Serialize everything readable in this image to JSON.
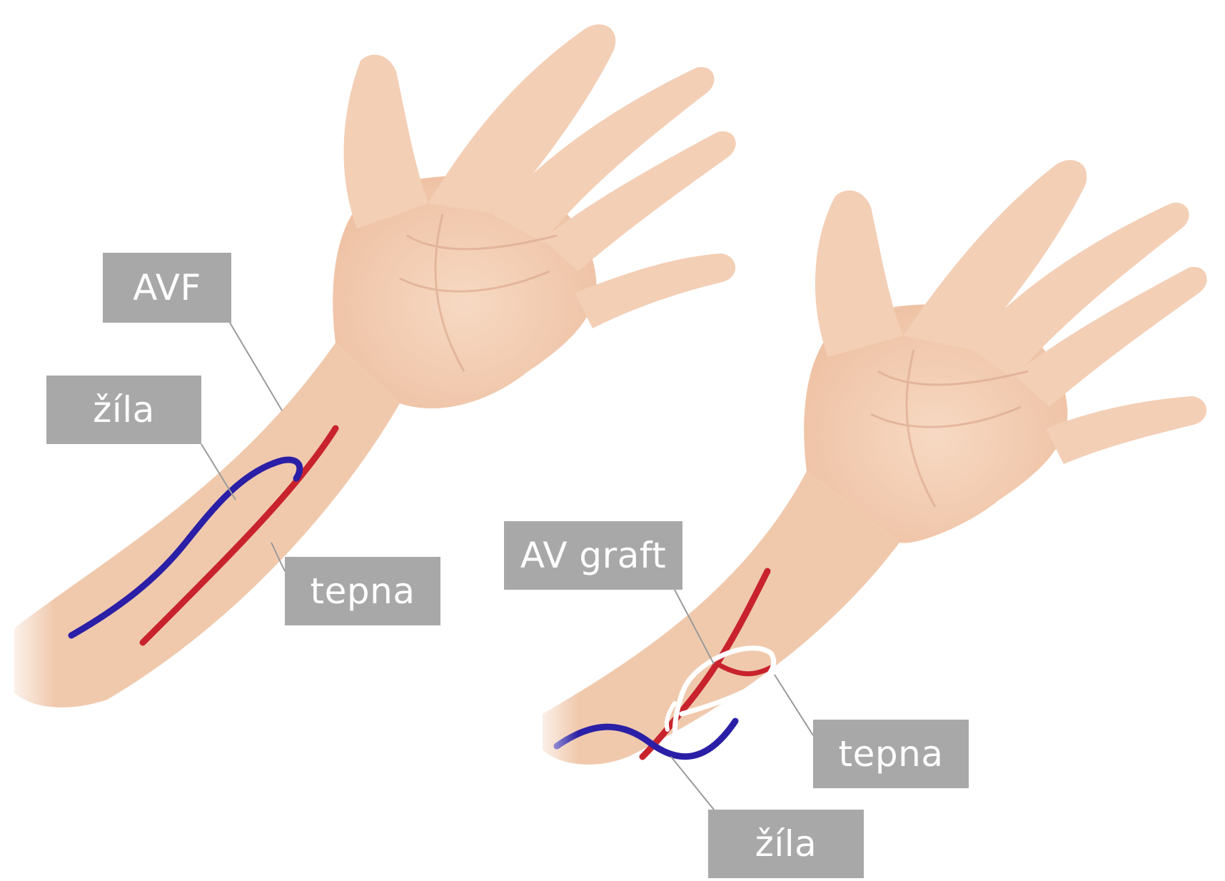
{
  "colors": {
    "skin": "#f3cfb6",
    "skin_shadow": "#e7b699",
    "palm_crease": "#d9a58a",
    "vein": "#2a1fa6",
    "artery": "#c8232d",
    "graft": "#ffffff",
    "label_bg": "#a8a8a8",
    "label_text": "#ffffff",
    "leader_line": "#9a9a9a"
  },
  "left_arm": {
    "labels": {
      "avf": "AVF",
      "vein": "žíla",
      "artery": "tepna"
    }
  },
  "right_arm": {
    "labels": {
      "graft": "AV graft",
      "artery": "tepna",
      "vein": "žíla"
    }
  }
}
